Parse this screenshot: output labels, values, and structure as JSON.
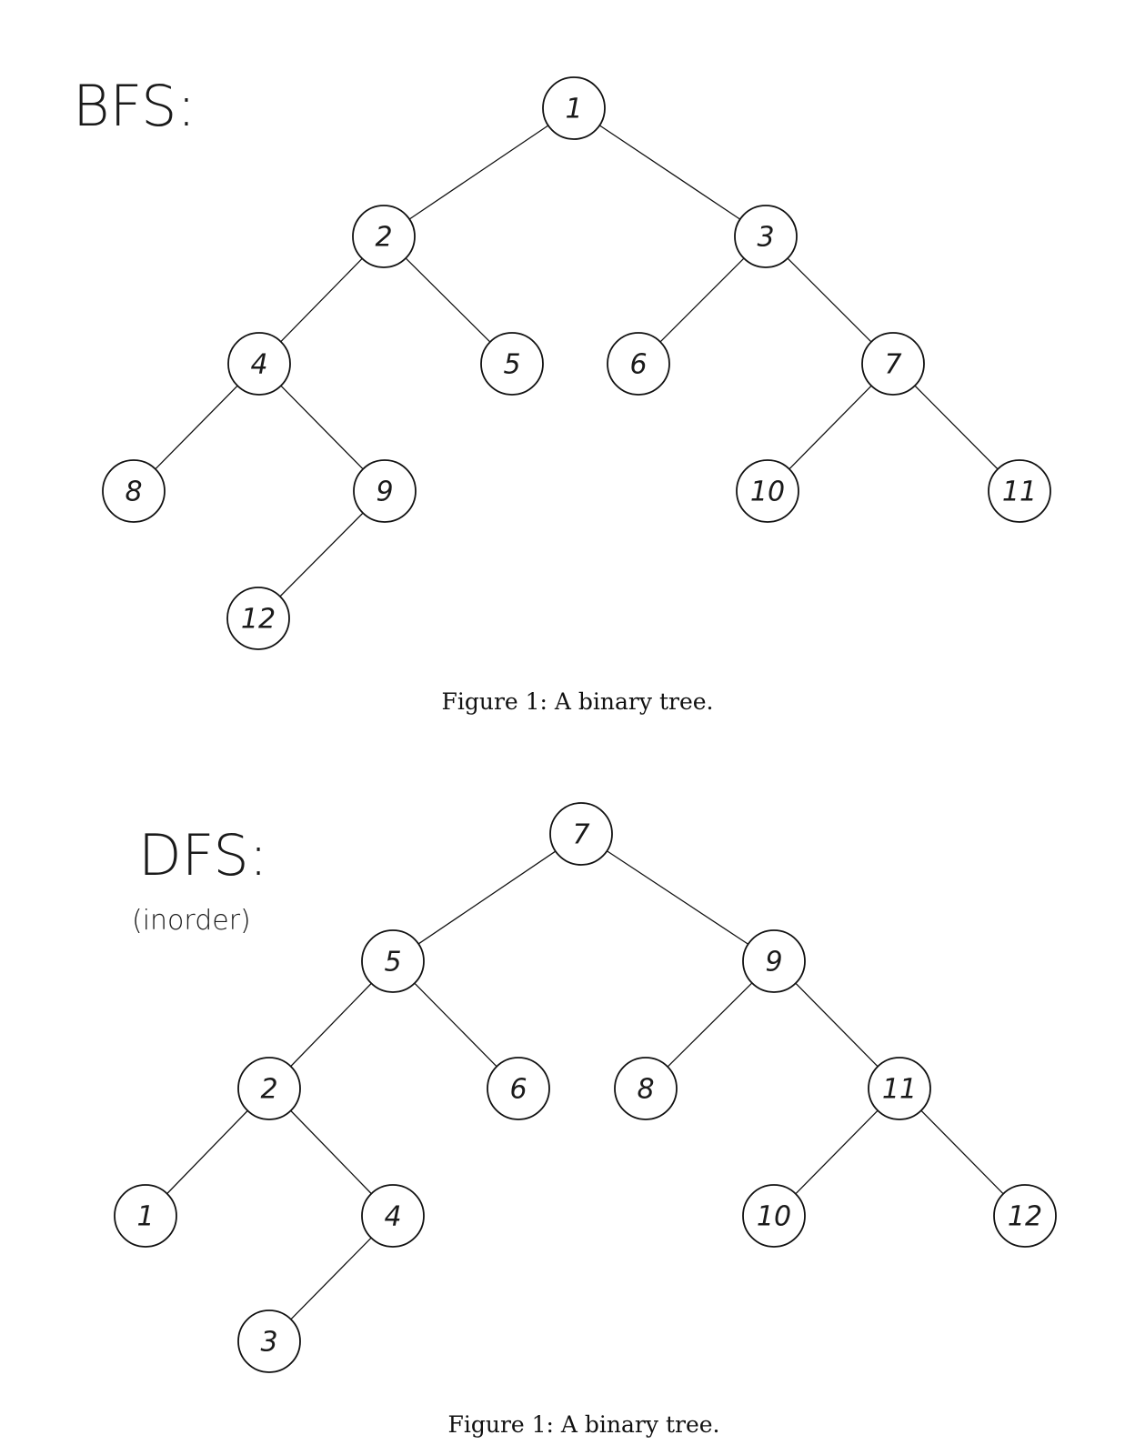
{
  "figures": [
    {
      "heading": "BFS:",
      "subheading": "",
      "caption": "Figure 1: A binary tree.",
      "nodes": [
        "1",
        "2",
        "3",
        "4",
        "5",
        "6",
        "7",
        "8",
        "9",
        "10",
        "11",
        "12"
      ],
      "edges": [
        [
          "1",
          "2"
        ],
        [
          "1",
          "3"
        ],
        [
          "2",
          "4"
        ],
        [
          "2",
          "5"
        ],
        [
          "3",
          "6"
        ],
        [
          "3",
          "7"
        ],
        [
          "4",
          "8"
        ],
        [
          "4",
          "9"
        ],
        [
          "7",
          "10"
        ],
        [
          "7",
          "11"
        ],
        [
          "9",
          "12"
        ]
      ]
    },
    {
      "heading": "DFS:",
      "subheading": "(inorder)",
      "caption": "Figure 1: A binary tree.",
      "nodes": [
        "7",
        "5",
        "9",
        "2",
        "6",
        "8",
        "11",
        "1",
        "4",
        "10",
        "12",
        "3"
      ],
      "edges": [
        [
          "7",
          "5"
        ],
        [
          "7",
          "9"
        ],
        [
          "5",
          "2"
        ],
        [
          "5",
          "6"
        ],
        [
          "9",
          "8"
        ],
        [
          "9",
          "11"
        ],
        [
          "2",
          "1"
        ],
        [
          "2",
          "4"
        ],
        [
          "11",
          "10"
        ],
        [
          "11",
          "12"
        ],
        [
          "4",
          "3"
        ]
      ]
    }
  ]
}
